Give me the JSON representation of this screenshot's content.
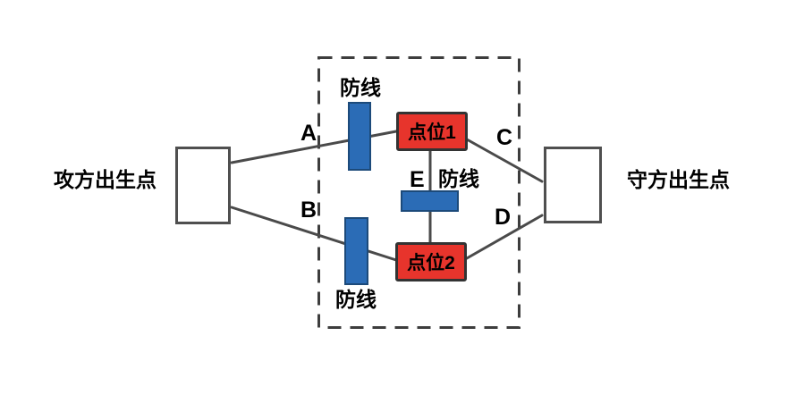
{
  "diagram": {
    "attacker_spawn": {
      "label": "攻方出生点"
    },
    "defender_spawn": {
      "label": "守方出生点"
    },
    "points": [
      {
        "label": "点位1"
      },
      {
        "label": "点位2"
      }
    ],
    "defense_lines": [
      {
        "position": "top",
        "label": "防线"
      },
      {
        "position": "middle",
        "label": "防线"
      },
      {
        "position": "bottom",
        "label": "防线"
      }
    ],
    "routes": [
      {
        "label": "A",
        "from": "攻方出生点",
        "to": "点位1"
      },
      {
        "label": "B",
        "from": "攻方出生点",
        "to": "点位2"
      },
      {
        "label": "C",
        "from": "点位1",
        "to": "守方出生点"
      },
      {
        "label": "D",
        "from": "点位2",
        "to": "守方出生点"
      },
      {
        "label": "E",
        "from": "点位1",
        "to": "点位2"
      }
    ],
    "colors": {
      "background": "#FFFFFF",
      "defense_line_fill": "#2B6CB6",
      "defense_line_border": "#1C4A7A",
      "point_fill": "#E7342C",
      "point_border": "#333333",
      "connector": "#4A4A4A",
      "spawn_border": "#4F4F4F",
      "boundary": "#3D3D3D",
      "text": "#000000"
    }
  }
}
